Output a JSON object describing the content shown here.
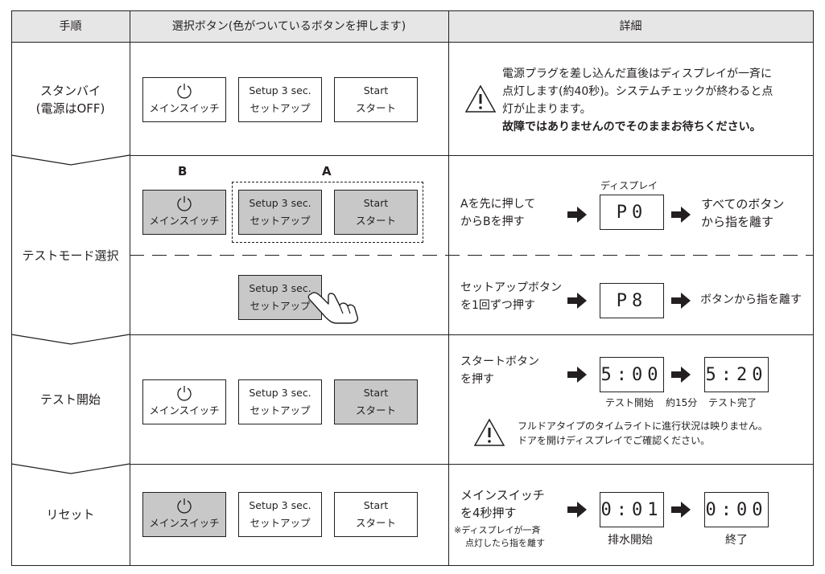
{
  "header": {
    "col1": "手順",
    "col2": "選択ボタン(色がついているボタンを押します)",
    "col3": "詳細"
  },
  "buttons": {
    "main_top": "",
    "main_bottom": "メインスイッチ",
    "setup_top": "Setup 3 sec.",
    "setup_bottom": "セットアップ",
    "start_top": "Start",
    "start_bottom": "スタート"
  },
  "rows": {
    "standby": {
      "label1": "スタンバイ",
      "label2": "(電源はOFF)",
      "detail1": "電源プラグを差し込んだ直後はディスプレイが一斉に",
      "detail2": "点灯します(約40秒)。システムチェックが終わると点",
      "detail3": "灯が止まります。",
      "detail4": "故障ではありませんのでそのままお待ちください。"
    },
    "testmode": {
      "label": "テストモード選択",
      "group_b": "B",
      "group_a": "A",
      "display_caption": "ディスプレイ",
      "step1_line1": "Aを先に押して",
      "step1_line2": "からBを押す",
      "display1": "P0",
      "result1_line1": "すべてのボタン",
      "result1_line2": "から指を離す",
      "step2_line1": "セットアップボタン",
      "step2_line2": "を1回ずつ押す",
      "display2": "P8",
      "result2": "ボタンから指を離す"
    },
    "teststart": {
      "label": "テスト開始",
      "step_line1": "スタートボタン",
      "step_line2": "を押す",
      "display1": "5:00",
      "display2": "5:20",
      "caption1": "テスト開始",
      "caption_mid": "約15分",
      "caption2": "テスト完了",
      "warn1": "フルドアタイプのタイムライトに進行状況は映りません。",
      "warn2": "ドアを開けディスプレイでご確認ください。"
    },
    "reset": {
      "label": "リセット",
      "step_line1": "メインスイッチ",
      "step_line2": "を4秒押す",
      "note1": "※ディスプレイが一斉",
      "note2": "点灯したら指を離す",
      "display1": "0:01",
      "display2": "0:00",
      "caption1": "排水開始",
      "caption2": "終了"
    }
  },
  "colors": {
    "pressed": "#c8c8c8",
    "header_bg": "#e6e6e6",
    "ink": "#231f20"
  }
}
